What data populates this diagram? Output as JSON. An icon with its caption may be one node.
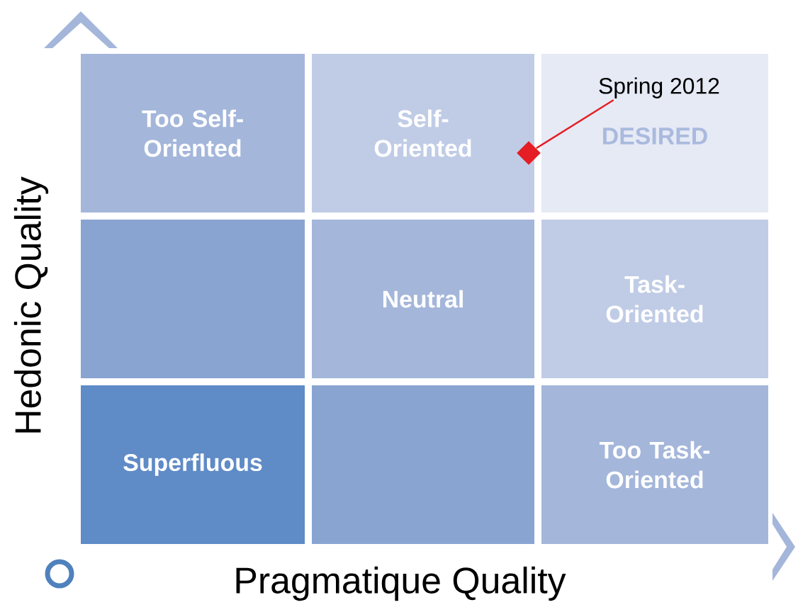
{
  "diagram": {
    "nodes": [
      {
        "text": [
          "Too Self-Oriented"
        ]
      },
      {
        "text": [
          "Self-Oriented"
        ]
      },
      {
        "text": [
          "DESIRED"
        ]
      },
      {
        "text": [],
        "shape": "box"
      },
      {
        "text": [
          "Neutral"
        ]
      },
      {
        "text": [
          "Task-Oriented"
        ]
      },
      {
        "text": [
          "Superfluous"
        ]
      },
      {
        "text": [],
        "shape": "box"
      },
      {
        "text": [
          "Too Task-Oriented"
        ]
      },
      {
        "text": [
          "Spring 2012"
        ],
        "in": 2
      },
      {
        "text": [],
        "shape": "diamond"
      }
    ],
    "edges": [
      {
        "from": 9,
        "to": 10,
        "arrow": "none"
      }
    ],
    "labels": [
      "Hedonic Quality",
      "Pragmatique Quality"
    ]
  }
}
